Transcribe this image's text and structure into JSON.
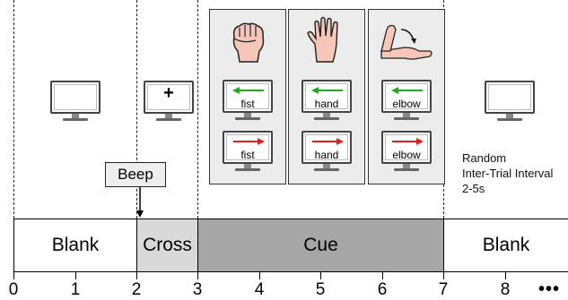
{
  "pre_monitor": {
    "symbol": "+"
  },
  "beep": {
    "label": "Beep"
  },
  "cue_panels": [
    {
      "icon": "fist-icon",
      "top_label": "fist",
      "bottom_label": "fist"
    },
    {
      "icon": "open-hand-icon",
      "top_label": "hand",
      "bottom_label": "hand"
    },
    {
      "icon": "elbow-icon",
      "top_label": "elbow",
      "bottom_label": "elbow"
    }
  ],
  "arrow_colors": {
    "top": "#22aa22",
    "bottom": "#e02020"
  },
  "note": {
    "line1": "Random",
    "line2": "Inter-Trial Interval",
    "line3": "2-5s"
  },
  "timeline": {
    "segments": [
      {
        "label": "Blank",
        "start": 0,
        "end": 2,
        "fill": "#ffffff"
      },
      {
        "label": "Cross",
        "start": 2,
        "end": 3,
        "fill": "#d9d9d9"
      },
      {
        "label": "Cue",
        "start": 3,
        "end": 7,
        "fill": "#a6a6a6"
      },
      {
        "label": "Blank",
        "start": 7,
        "end": 9,
        "fill": "#ffffff"
      }
    ],
    "ticks": [
      "0",
      "1",
      "2",
      "3",
      "4",
      "5",
      "6",
      "7",
      "8"
    ],
    "ellipsis": "•••"
  }
}
